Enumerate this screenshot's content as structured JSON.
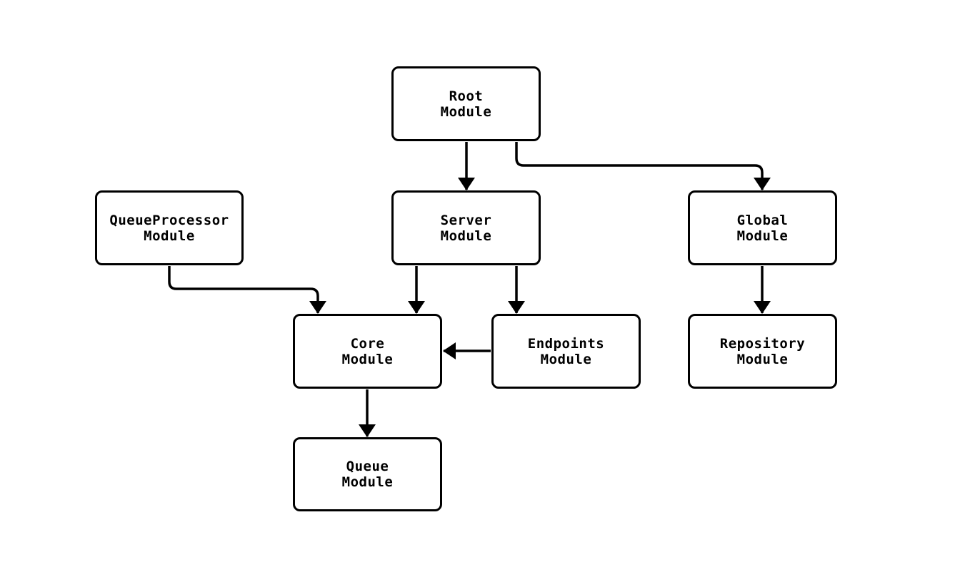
{
  "diagram": {
    "background_color": "#ffffff",
    "node_fill": "#ffffff",
    "stroke_color": "#000000",
    "nodes": [
      {
        "id": "root",
        "label": "Root\nModule"
      },
      {
        "id": "queueprocessor",
        "label": "QueueProcessor\nModule"
      },
      {
        "id": "server",
        "label": "Server\nModule"
      },
      {
        "id": "global",
        "label": "Global\nModule"
      },
      {
        "id": "core",
        "label": "Core\nModule"
      },
      {
        "id": "endpoints",
        "label": "Endpoints\nModule"
      },
      {
        "id": "repository",
        "label": "Repository\nModule"
      },
      {
        "id": "queue",
        "label": "Queue\nModule"
      }
    ],
    "edges": [
      {
        "from": "root",
        "to": "server"
      },
      {
        "from": "root",
        "to": "global"
      },
      {
        "from": "queueprocessor",
        "to": "core"
      },
      {
        "from": "server",
        "to": "core"
      },
      {
        "from": "server",
        "to": "endpoints"
      },
      {
        "from": "endpoints",
        "to": "core"
      },
      {
        "from": "global",
        "to": "repository"
      },
      {
        "from": "core",
        "to": "queue"
      }
    ]
  }
}
